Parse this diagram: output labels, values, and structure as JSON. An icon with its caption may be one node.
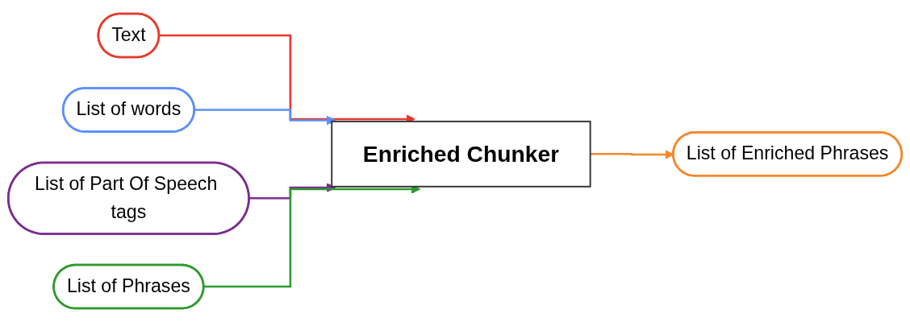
{
  "diagram": {
    "nodes": [
      {
        "text": [
          "Text"
        ]
      },
      {
        "text": [
          "List of words"
        ]
      },
      {
        "text": [
          "Enriched Chunker"
        ]
      },
      {
        "text": [
          "List of Enriched Phrases"
        ]
      },
      {
        "text": [
          "List of Part Of Speech tags"
        ]
      },
      {
        "text": [
          "List of Phrases"
        ]
      }
    ],
    "edges": [
      {
        "from": 0,
        "to": 2,
        "arrow": "to",
        "color": "#e8392c"
      },
      {
        "from": 1,
        "to": 2,
        "arrow": "to",
        "color": "#5b8ff9"
      },
      {
        "from": 4,
        "to": 2,
        "arrow": "to",
        "color": "#7b2d8e"
      },
      {
        "from": 5,
        "to": 2,
        "arrow": "to",
        "color": "#2e9a2e"
      },
      {
        "from": 2,
        "to": 3,
        "arrow": "to",
        "color": "#f5872b"
      }
    ]
  }
}
